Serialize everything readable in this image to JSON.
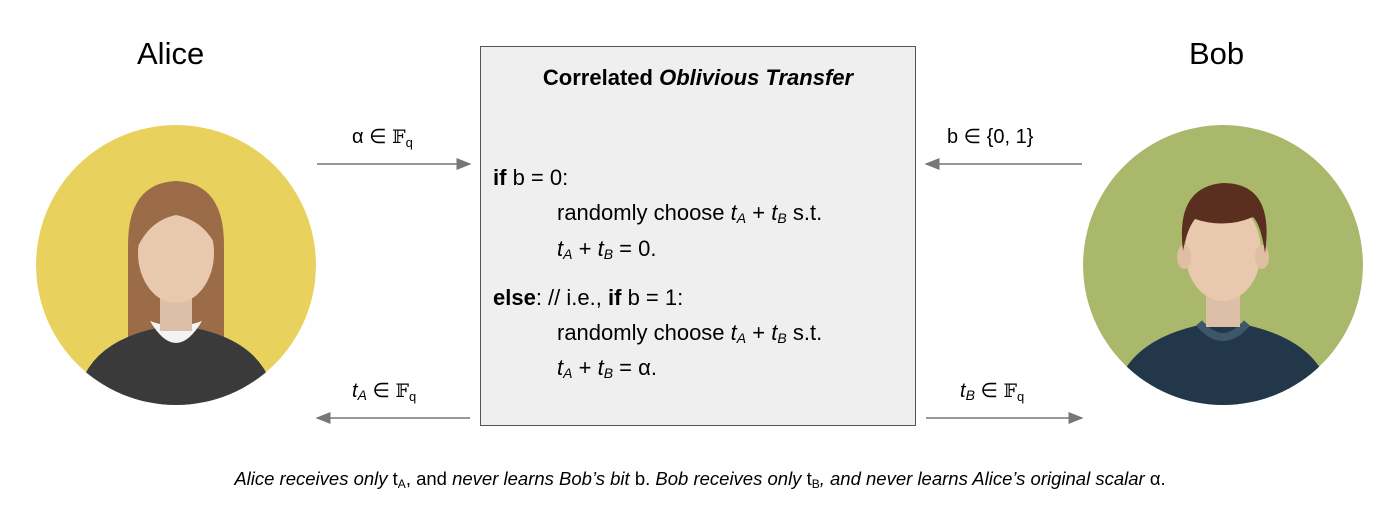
{
  "parties": {
    "alice": "Alice",
    "bob": "Bob"
  },
  "box": {
    "title_plain": "Correlated",
    "title_italic": "Oblivious Transfer",
    "if_kw": "if",
    "cond0": "b = 0:",
    "choose": "randomly choose",
    "t": "t",
    "sub_a": "A",
    "sub_b": "B",
    "plus": "+",
    "st": "s.t.",
    "eq0": "= 0.",
    "else_kw": "else",
    "else_rest": ": // i.e.,",
    "cond1": "b = 1:",
    "eq_a": "= α."
  },
  "messages": {
    "alice_in_var": "α",
    "member": "∈",
    "field": "𝔽",
    "field_sub": "q",
    "bob_in": "b ∈ {0, 1}"
  },
  "caption": {
    "p1": "Alice receives only",
    "t1": "t",
    "t1_sub": "A",
    "p2": ", and",
    "p3": "never learns Bob’s bit",
    "p4": "b.",
    "p5": "Bob receives only",
    "t2": "t",
    "t2_sub": "B",
    "p6": ",",
    "p7": "and never learns Alice’s original scalar",
    "p8": "α."
  },
  "colors": {
    "box_fill": "#efefef",
    "alice_bg": "#e9d15d",
    "bob_bg": "#a9b86b",
    "arrow": "#777777"
  }
}
